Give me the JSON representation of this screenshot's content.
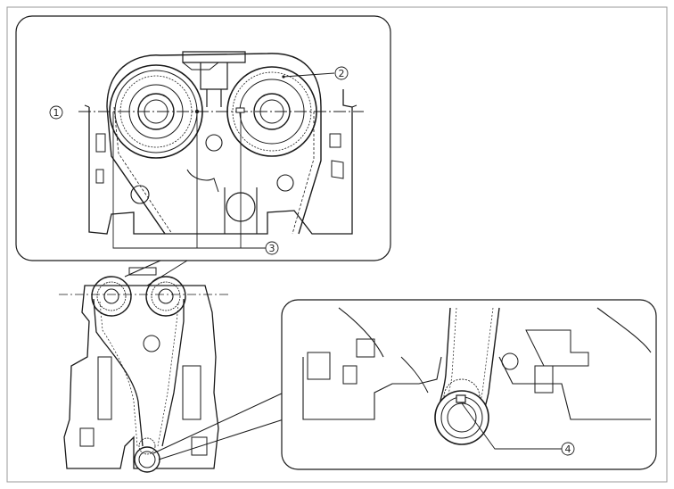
{
  "diagram": {
    "callouts": [
      {
        "id": "c1",
        "label": "1"
      },
      {
        "id": "c2",
        "label": "2"
      },
      {
        "id": "c3",
        "label": "3"
      },
      {
        "id": "c4",
        "label": "4"
      }
    ]
  },
  "colors": {
    "line": "#1a1a1a",
    "frame": "#8a8a8a",
    "background": "#ffffff"
  }
}
